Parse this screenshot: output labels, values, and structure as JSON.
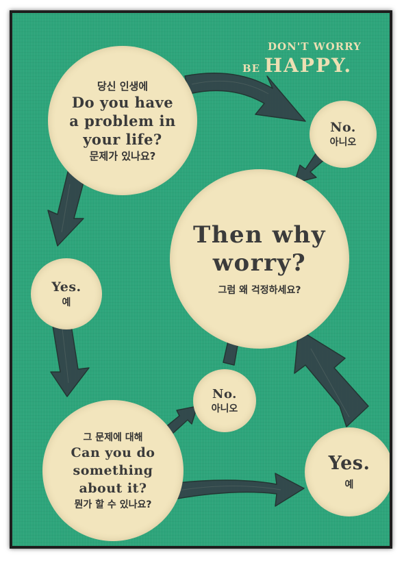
{
  "slogan": {
    "line1": "DON'T WORRY",
    "line2_small": "BE",
    "line2_large": "HAPPY."
  },
  "nodes": {
    "problem": {
      "ko_top": "당신 인생에",
      "en_lines": [
        "Do you have",
        "a problem in",
        "your life?"
      ],
      "ko_bottom": "문제가 있나요?"
    },
    "no_first": {
      "en": "No.",
      "ko": "아니오"
    },
    "worry": {
      "en_lines": [
        "Then why",
        "worry?"
      ],
      "ko": "그럼 왜 걱정하세요?"
    },
    "yes_first": {
      "en": "Yes.",
      "ko": "예"
    },
    "no_second": {
      "en": "No.",
      "ko": "아니오"
    },
    "can_do": {
      "ko_top": "그 문제에 대해",
      "en_lines": [
        "Can you do",
        "something",
        "about it?"
      ],
      "ko_bottom": "뭔가 할 수 있나요?"
    },
    "yes_second": {
      "en": "Yes.",
      "ko": "예"
    }
  },
  "colors": {
    "background": "#2ea57b",
    "bubble": "#f2e5bd",
    "arrow": "#33454a",
    "slogan": "#ecdfb3"
  }
}
